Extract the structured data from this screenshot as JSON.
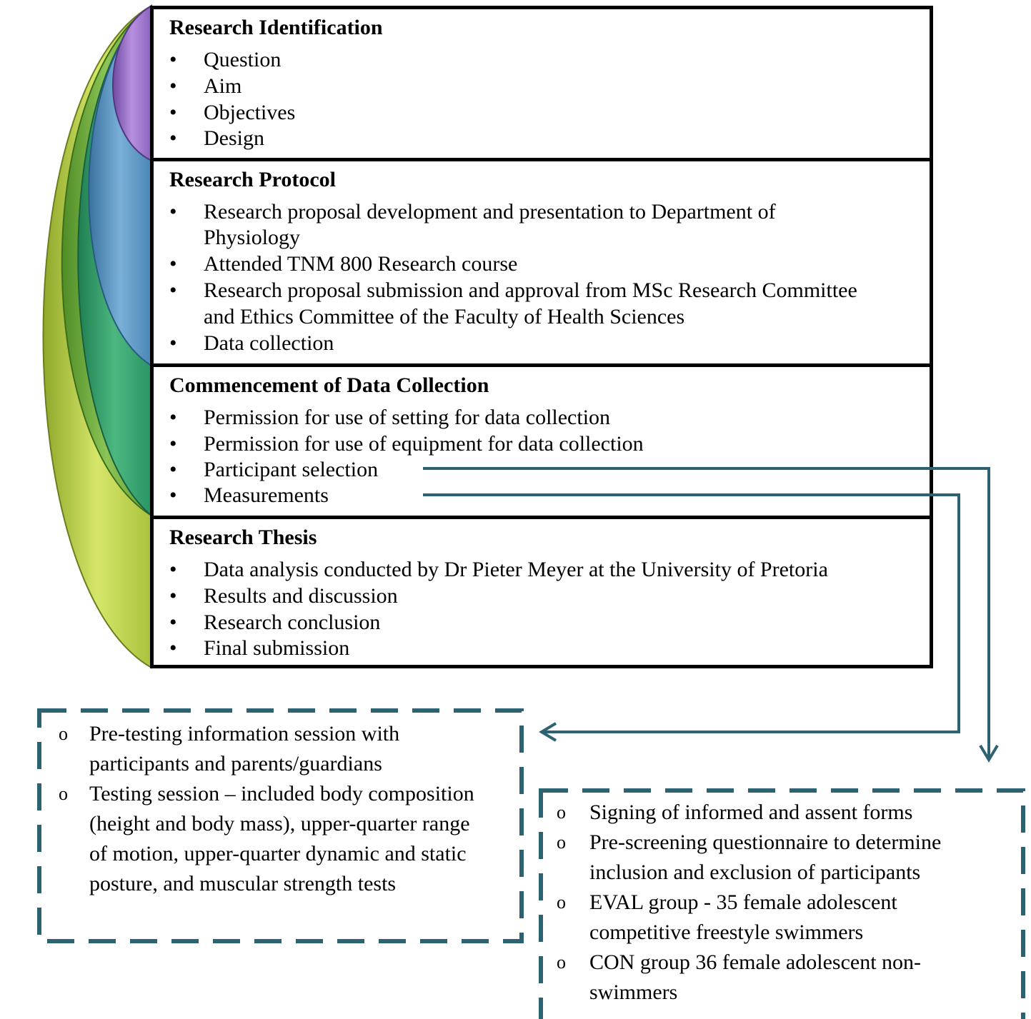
{
  "colors": {
    "connector": "#2d6270",
    "dashed_border": "#2d6270",
    "arc_yellow": "#c8dc5a",
    "arc_green": "#6fb040",
    "arc_teal": "#2e9e68",
    "arc_blue": "#5a96c0",
    "arc_purple": "#9a6ec8"
  },
  "stages": [
    {
      "title": "Research Identification",
      "items": [
        "Question",
        "Aim",
        "Objectives",
        "Design"
      ]
    },
    {
      "title": "Research Protocol",
      "items": [
        "Research proposal development and presentation to Department of",
        "Physiology",
        "Attended TNM 800 Research course",
        "Research proposal submission and approval from MSc Research Committee",
        "and Ethics Committee of the Faculty of Health Sciences",
        "Data collection"
      ]
    },
    {
      "title": "Commencement of Data Collection",
      "items": [
        "Permission for use of setting for data collection",
        "Permission for use of equipment for data collection",
        "Participant selection",
        "Measurements"
      ]
    },
    {
      "title": "Research Thesis",
      "items": [
        "Data analysis conducted by Dr Pieter Meyer at the University of Pretoria",
        "Results and discussion",
        "Research conclusion",
        "Final submission"
      ]
    }
  ],
  "measurements_note": {
    "lines": [
      "Pre-testing information session with",
      "participants and parents/guardians",
      "Testing session – included body composition",
      "(height and body mass), upper-quarter range",
      "of motion, upper-quarter dynamic and static",
      "posture, and muscular strength tests"
    ]
  },
  "selection_note": {
    "lines": [
      "Signing of informed and assent forms",
      "Pre-screening questionnaire to determine",
      "inclusion and exclusion of participants",
      "EVAL group - 35 female adolescent",
      "competitive freestyle swimmers",
      "CON group 36 female adolescent non-",
      "swimmers"
    ]
  }
}
